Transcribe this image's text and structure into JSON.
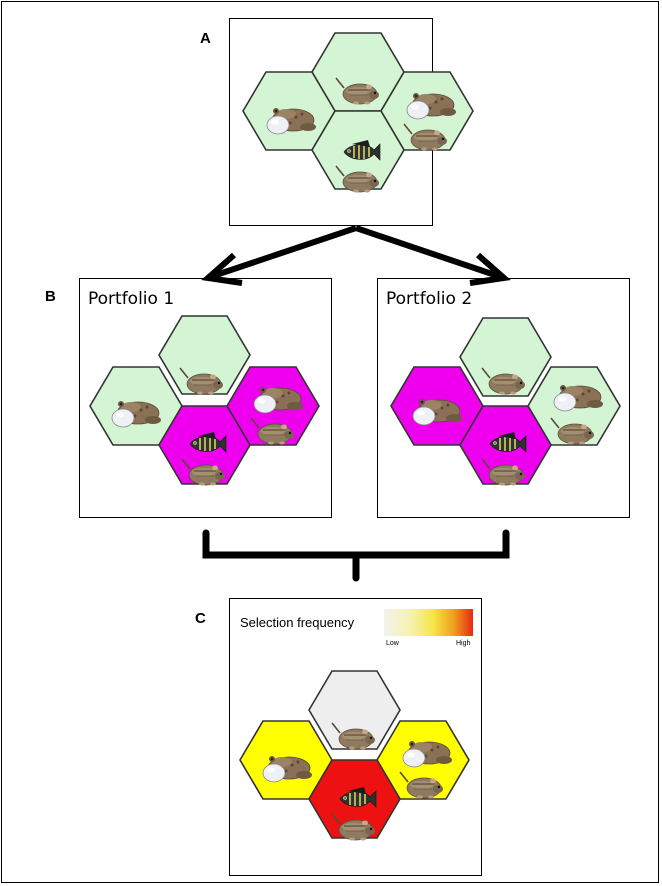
{
  "panels": {
    "a": {
      "letter": "A"
    },
    "b": {
      "letter": "B",
      "portfolio1_title": "Portfolio 1",
      "portfolio2_title": "Portfolio 2"
    },
    "c": {
      "letter": "C",
      "legend_title": "Selection frequency",
      "legend_low": "Low",
      "legend_high": "High"
    }
  },
  "colors": {
    "light_green": "#d4f5d4",
    "magenta": "#ee00ee",
    "light_gray": "#eeeeee",
    "yellow": "#ffff00",
    "red": "#ee1111",
    "gradient_low": "#f2f2ee",
    "gradient_high": "#e62a10"
  },
  "icons": {
    "frog": "frog-icon",
    "mouse": "mouse-icon",
    "fish": "fish-icon"
  }
}
